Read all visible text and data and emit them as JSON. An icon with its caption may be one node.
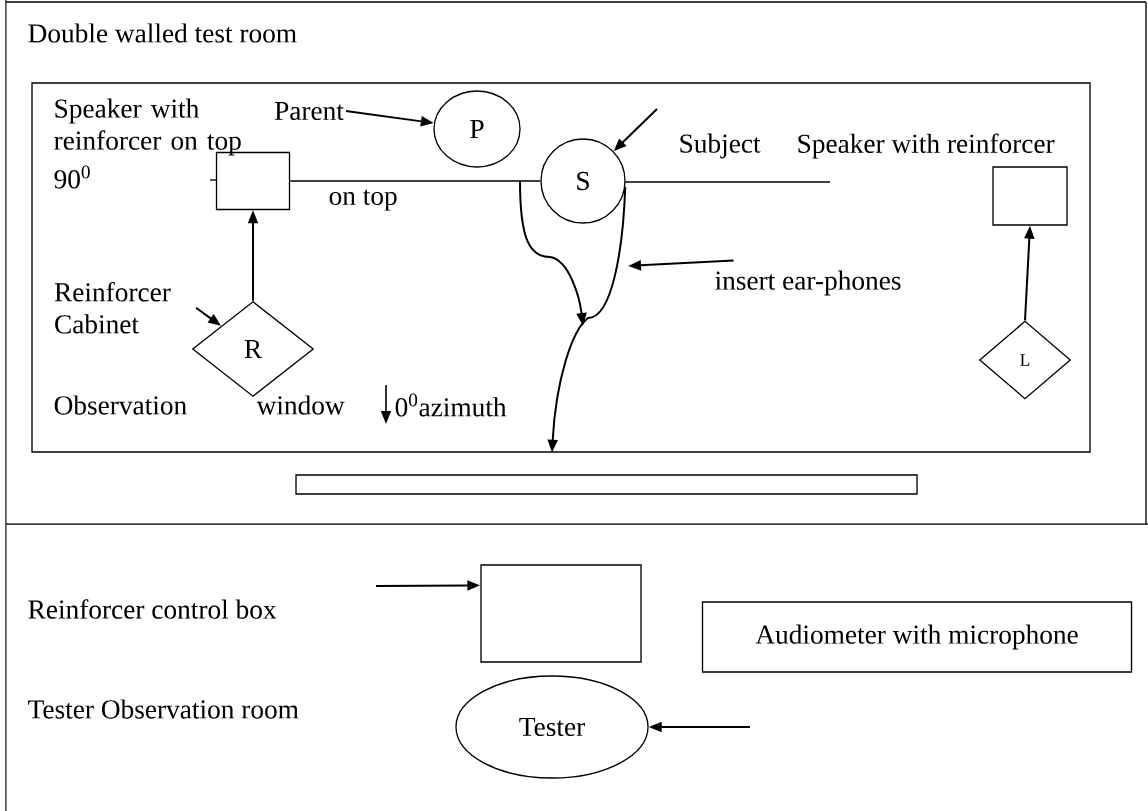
{
  "diagram": {
    "nodes": [
      {
        "text": [],
        "shape": "box"
      },
      {
        "text": [
          "Parent"
        ],
        "in": 0
      },
      {
        "text": [
          "P"
        ],
        "in": 0
      },
      {
        "text": [
          "S"
        ],
        "beside": [
          "Subject"
        ],
        "in": 0
      },
      {
        "text": [],
        "shape": "box",
        "beside": [
          "Speaker with reinforcer on top"
        ],
        "in": 0
      },
      {
        "text": [],
        "shape": "box",
        "beside": [
          "Speaker with reinforcer"
        ],
        "in": 0
      },
      {
        "text": [
          "insert ear-phones"
        ],
        "in": 0
      },
      {
        "text": [
          "Reinforcer Cabinet"
        ],
        "in": 0
      },
      {
        "text": [
          "R"
        ],
        "in": 0
      },
      {
        "text": [
          "L"
        ],
        "in": 0
      },
      {
        "text": [],
        "shape": "bar"
      },
      {
        "text": [],
        "shape": "box"
      },
      {
        "text": [
          "Audiometer with microphone"
        ]
      },
      {
        "text": [
          "Tester"
        ]
      }
    ],
    "edges": [
      {
        "from": 1,
        "to": 2,
        "arrow": "to"
      },
      {
        "from": null,
        "to": 3,
        "arrow": "to"
      },
      {
        "from": 6,
        "to": null,
        "arrow": "to"
      },
      {
        "from": 7,
        "to": 8,
        "arrow": "to"
      },
      {
        "from": 8,
        "to": 4,
        "arrow": "to"
      },
      {
        "from": 9,
        "to": 5,
        "arrow": "to"
      },
      {
        "from": 3,
        "to": 0,
        "arrow": "to"
      },
      {
        "from": null,
        "to": 11,
        "arrow": "to"
      },
      {
        "from": null,
        "to": 13,
        "arrow": "to"
      },
      {
        "from": 4,
        "to": 3,
        "arrow": "none"
      }
    ],
    "labels": [
      "Double walled test room",
      "90$^{0}$",
      "on top",
      "Observation",
      "window",
      "0$^{0}$azimuth",
      "Reinforcer control box",
      "Tester Observation room"
    ]
  }
}
